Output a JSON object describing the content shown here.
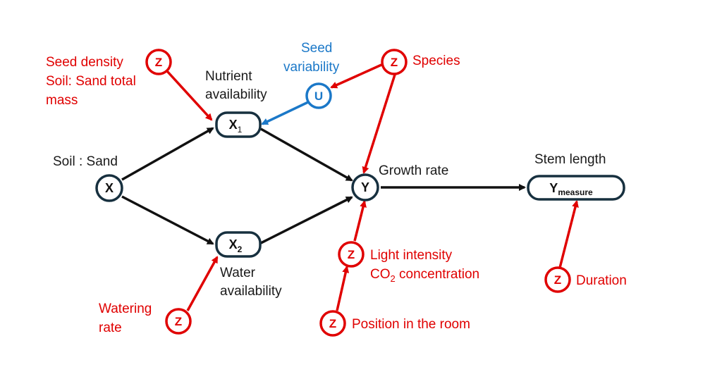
{
  "colors": {
    "main": "#1a1a1a",
    "node_border": "#17303f",
    "confounder": "#e00000",
    "unobserved": "#1b78c8"
  },
  "nodes": {
    "x": {
      "symbol": "X",
      "label": "Soil : Sand"
    },
    "x1": {
      "symbol": "X",
      "subscript": "1",
      "label_lines": [
        "Nutrient",
        "availability"
      ]
    },
    "x2": {
      "symbol": "X",
      "subscript": "2",
      "label_lines": [
        "Water",
        "availability"
      ]
    },
    "y": {
      "symbol": "Y",
      "label": "Growth rate"
    },
    "ymeasure": {
      "symbol": "Y",
      "subscript": "measure",
      "label": "Stem length"
    },
    "u": {
      "symbol": "U",
      "label_lines": [
        "Seed",
        "variability"
      ]
    }
  },
  "confounders": {
    "z_seed": {
      "symbol": "Z",
      "label_lines": [
        "Seed density",
        "Soil: Sand total",
        "mass"
      ]
    },
    "z_species": {
      "symbol": "Z",
      "label": "Species"
    },
    "z_watering": {
      "symbol": "Z",
      "label_lines": [
        "Watering",
        "rate"
      ]
    },
    "z_light": {
      "symbol": "Z",
      "label_line1": "Light intensity",
      "label_line2_prefix": "CO",
      "label_line2_sub": "2",
      "label_line2_suffix": " concentration"
    },
    "z_position": {
      "symbol": "Z",
      "label": "Position in the room"
    },
    "z_duration": {
      "symbol": "Z",
      "label": "Duration"
    }
  }
}
